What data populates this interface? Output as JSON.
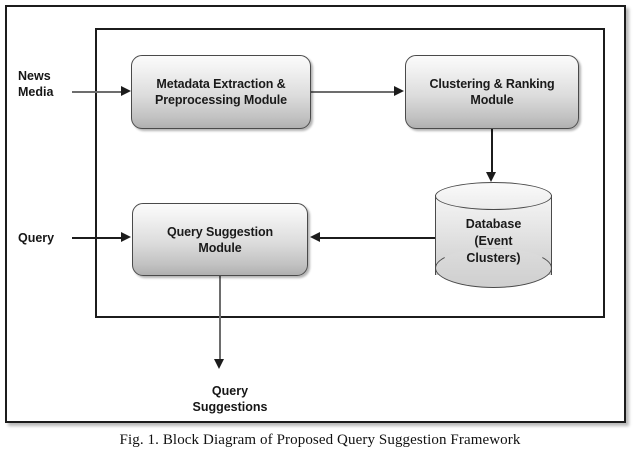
{
  "figure": {
    "caption": "Fig. 1. Block Diagram of Proposed Query Suggestion Framework"
  },
  "diagram": {
    "type": "block-diagram",
    "nodes": [
      {
        "id": "metadata",
        "shape": "rounded-rect",
        "label": "Metadata Extraction &\nPreprocessing Module"
      },
      {
        "id": "clustering",
        "shape": "rounded-rect",
        "label": "Clustering & Ranking\nModule"
      },
      {
        "id": "querysug",
        "shape": "rounded-rect",
        "label": "Query Suggestion\nModule"
      },
      {
        "id": "database",
        "shape": "cylinder",
        "label": "Database\n(Event\nClusters)"
      }
    ],
    "inputs": [
      {
        "id": "news",
        "label": "News\nMedia"
      },
      {
        "id": "query",
        "label": "Query"
      }
    ],
    "outputs": [
      {
        "id": "suggestions",
        "label": "Query\nSuggestions"
      }
    ],
    "edges": [
      {
        "from": "news",
        "to": "metadata",
        "direction": "right"
      },
      {
        "from": "metadata",
        "to": "clustering",
        "direction": "right"
      },
      {
        "from": "clustering",
        "to": "database",
        "direction": "down"
      },
      {
        "from": "database",
        "to": "querysug",
        "direction": "left"
      },
      {
        "from": "query",
        "to": "querysug",
        "direction": "right"
      },
      {
        "from": "querysug",
        "to": "suggestions",
        "direction": "down"
      }
    ],
    "colors": {
      "border": "#1c1c1c",
      "node_fill_top": "#fbfbfb",
      "node_fill_bottom": "#b0b0b0",
      "node_border": "#4a4a4a",
      "connector": "#1c1c1c",
      "background": "#ffffff"
    }
  }
}
